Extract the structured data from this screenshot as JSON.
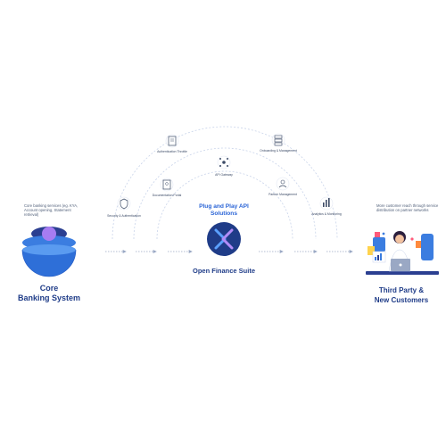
{
  "left_system": {
    "description": "Core banking services (eg. KYA, Account opening, Statement retrieval)",
    "title_line1": "Core",
    "title_line2": "Banking System"
  },
  "center": {
    "api_title_line1": "Plug and Play API",
    "api_title_line2": "Solutions",
    "suite_title": "Open Finance Suite"
  },
  "right_system": {
    "description": "More customer reach through service distribution on partner networks",
    "title_line1": "Third Party &",
    "title_line2": "New Customers"
  },
  "nodes": [
    {
      "id": "security",
      "label": "Security & Authentication",
      "icon": "shield-icon"
    },
    {
      "id": "auth-throt",
      "label": "Authentication Throttle",
      "icon": "document-icon"
    },
    {
      "id": "doc-portal",
      "label": "Documentation Portal",
      "icon": "book-icon"
    },
    {
      "id": "api-gateway",
      "label": "API Gateway",
      "icon": "network-icon"
    },
    {
      "id": "onboarding",
      "label": "Onboarding & Management",
      "icon": "server-icon"
    },
    {
      "id": "partner",
      "label": "Partner Management",
      "icon": "partner-icon"
    },
    {
      "id": "analytics",
      "label": "Analytics & Monitoring",
      "icon": "chart-icon"
    }
  ],
  "colors": {
    "primary_dark": "#1f3c88",
    "accent_blue": "#2a64d6",
    "arc_dash": "#c9d4ea",
    "purple": "#8a5cf6",
    "bowl_blue": "#3b7de0"
  }
}
